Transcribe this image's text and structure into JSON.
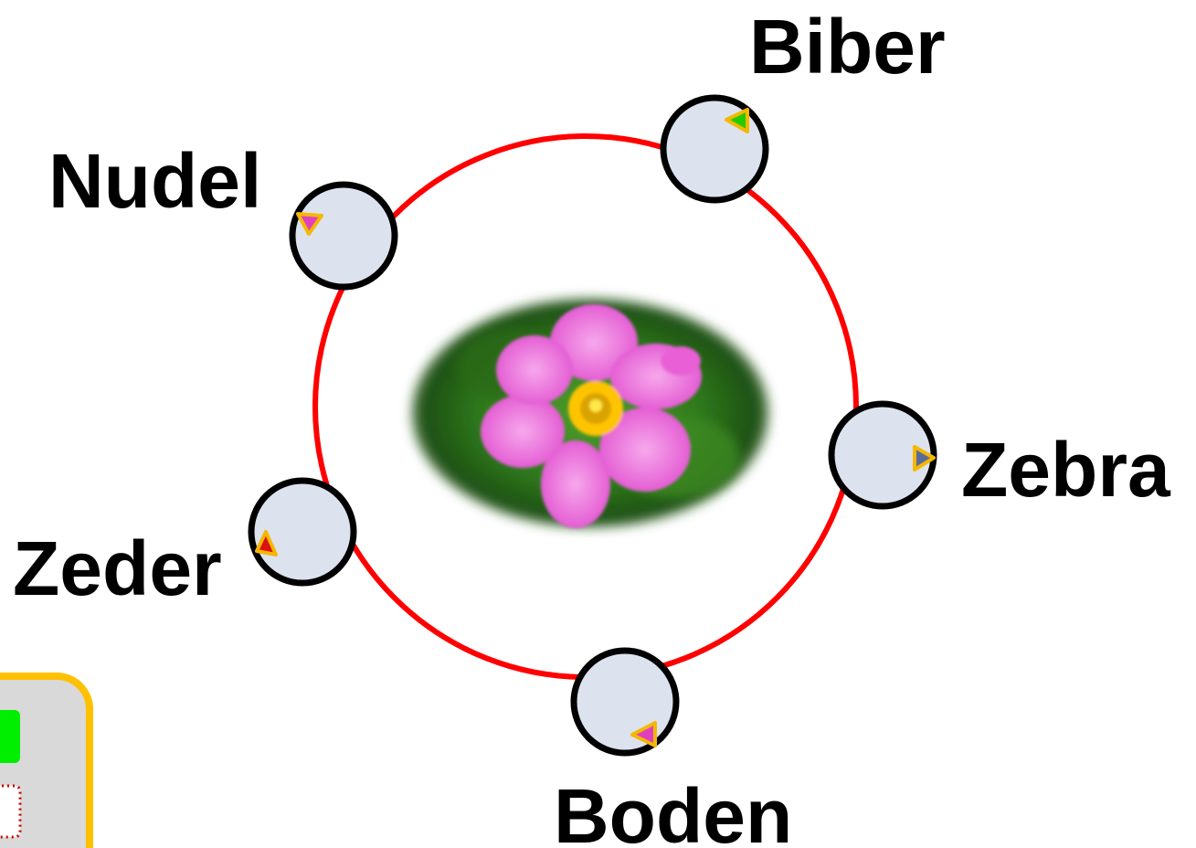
{
  "diagram": {
    "type": "ring",
    "ring_color": "#ff0000",
    "node_fill": "#dce3ef",
    "node_stroke": "#000000",
    "marker_outline": "#f5b800",
    "center_image": "pink-anemone-flower",
    "nodes": [
      {
        "id": "biber",
        "label": "Biber",
        "marker_color": "#22cc00"
      },
      {
        "id": "nudel",
        "label": "Nudel",
        "marker_color": "#e040c0"
      },
      {
        "id": "zebra",
        "label": "Zebra",
        "marker_color": "#5a6a9a"
      },
      {
        "id": "zeder",
        "label": "Zeder",
        "marker_color": "#dd1111"
      },
      {
        "id": "boden",
        "label": "Boden",
        "marker_color": "#e040c0"
      }
    ]
  },
  "legend_panel": {
    "border_color": "#ffc000",
    "fill": "#d9d9d9",
    "swatch_solid": "#00ee00",
    "swatch_dotted": "#cc0000"
  }
}
